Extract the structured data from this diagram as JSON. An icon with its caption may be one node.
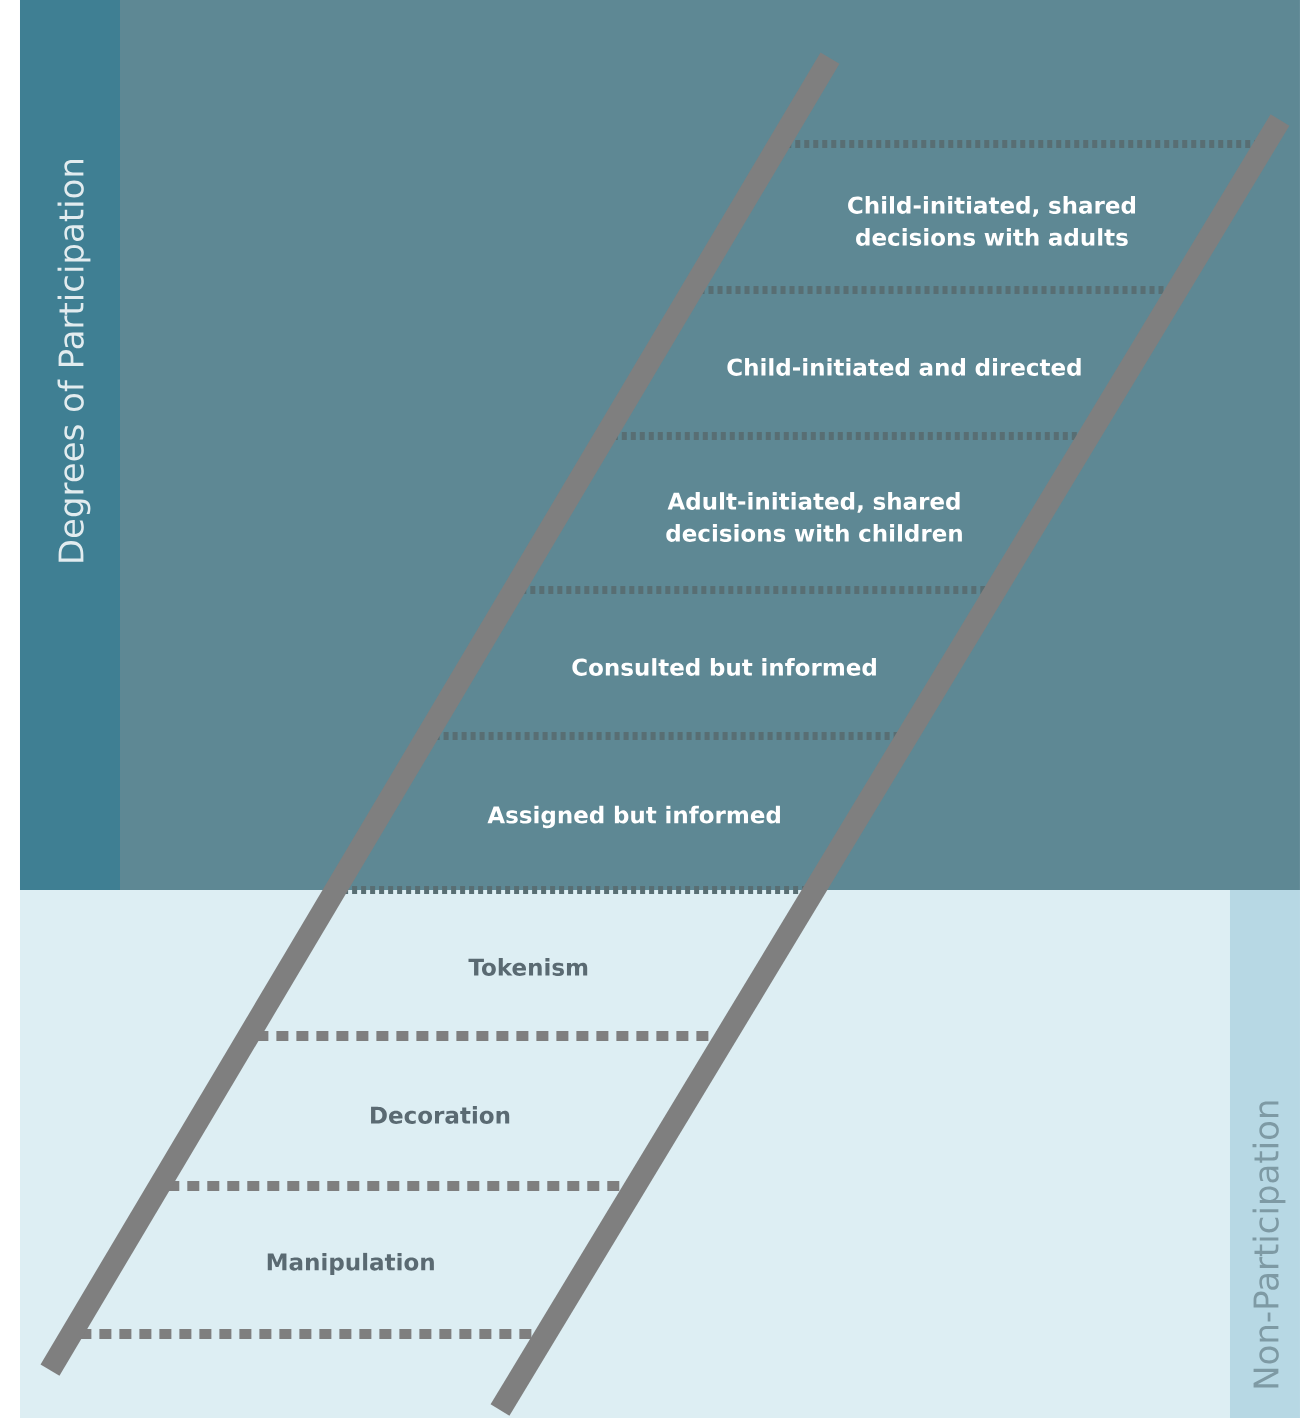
{
  "diagram": {
    "nodes": [
      {
        "text": [
          "Degrees of Participation"
        ]
      },
      {
        "text": [
          "Non-Participation"
        ]
      }
    ],
    "labels": [
      "Child-initiated, shared decisions with adults",
      "Child-initiated and directed",
      "Adult-initiated, shared decisions with children",
      "Consulted but informed",
      "Assigned but informed",
      "Tokenism",
      "Decoration",
      "Manipulation"
    ]
  }
}
